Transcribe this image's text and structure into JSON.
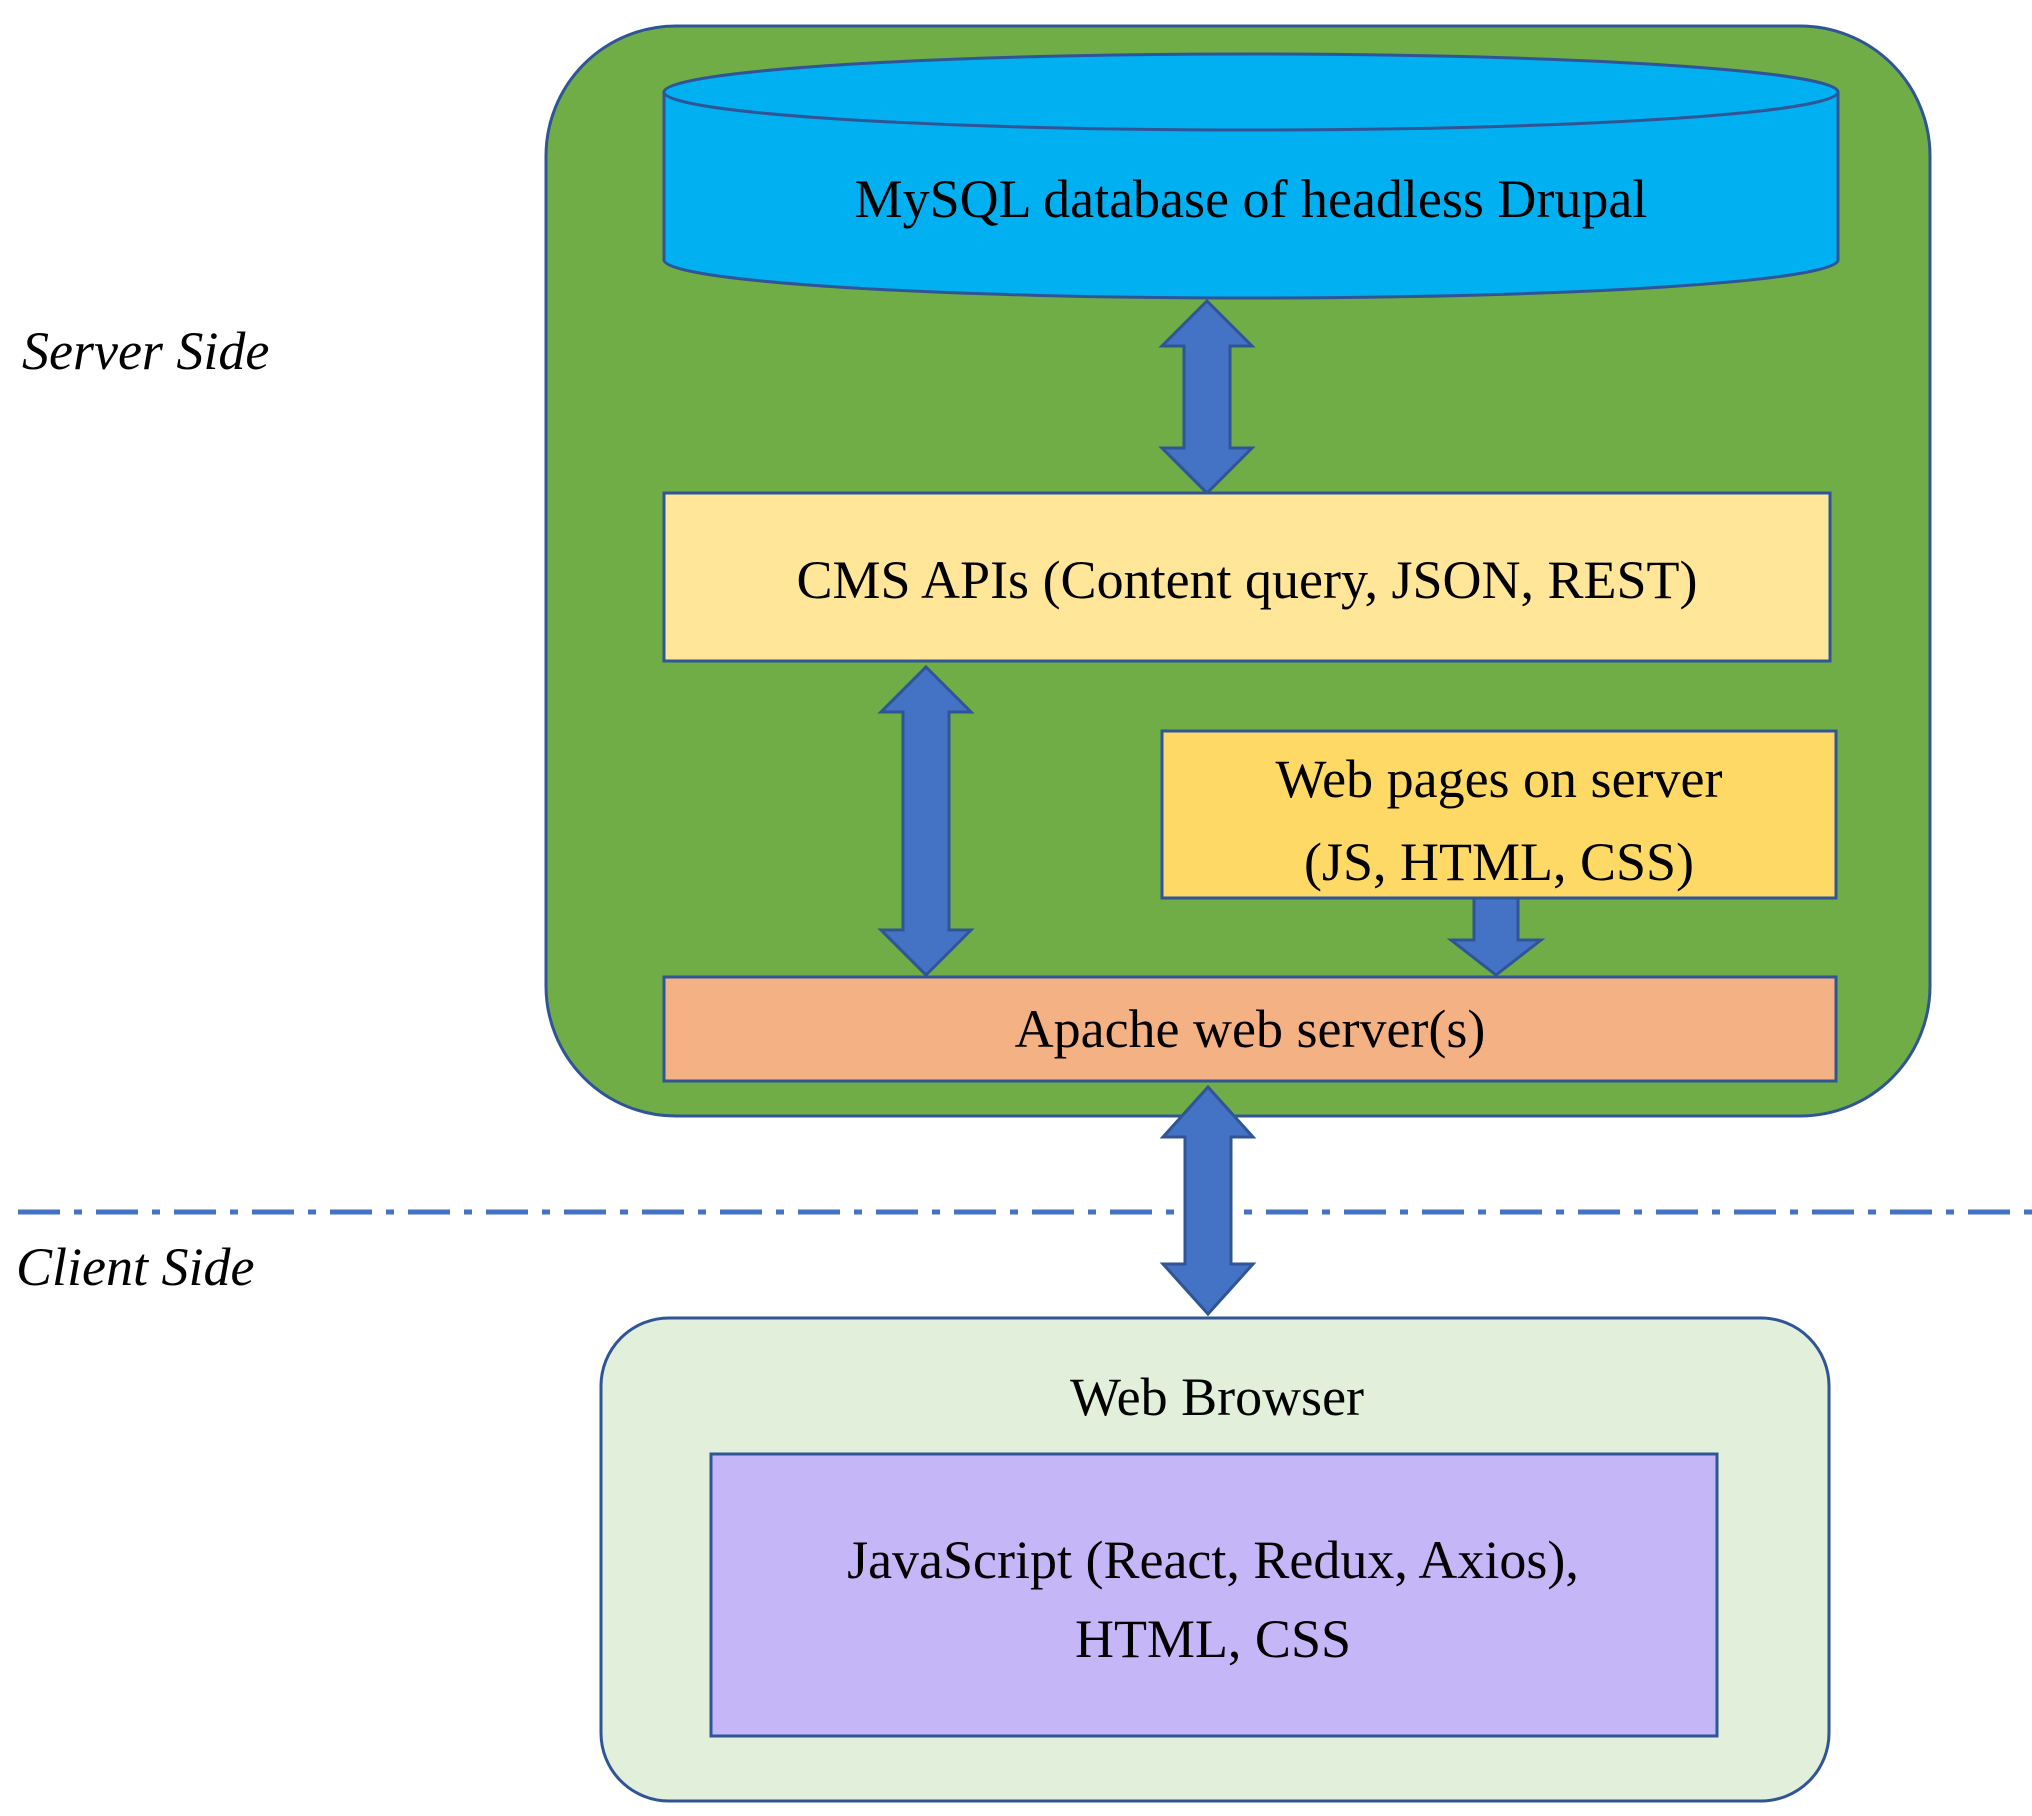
{
  "side_labels": {
    "server": "Server Side",
    "client": "Client Side"
  },
  "server_nodes": {
    "database": "MySQL database of headless Drupal",
    "cms_apis": "CMS APIs (Content query, JSON, REST)",
    "web_pages_line1": "Web pages on server",
    "web_pages_line2": "(JS, HTML, CSS)",
    "apache": "Apache web server(s)"
  },
  "client_nodes": {
    "browser_title": "Web Browser",
    "js_line1": "JavaScript (React, Redux, Axios),",
    "js_line2": "HTML, CSS"
  },
  "connections": [
    {
      "from": "database",
      "to": "cms_apis",
      "direction": "bidirectional"
    },
    {
      "from": "cms_apis",
      "to": "apache",
      "direction": "bidirectional"
    },
    {
      "from": "web_pages",
      "to": "apache",
      "direction": "one-way"
    },
    {
      "from": "apache",
      "to": "web_browser",
      "direction": "bidirectional"
    }
  ],
  "colors": {
    "server_container": "#70AD47",
    "database": "#00B0F0",
    "cms_apis": "#FFE699",
    "web_pages": "#FFD966",
    "apache": "#F4B183",
    "client_container": "#E2EFDA",
    "javascript_box": "#C5B6F7",
    "arrow": "#4472C4",
    "outline": "#2F5597",
    "divider": "#4472C4"
  }
}
